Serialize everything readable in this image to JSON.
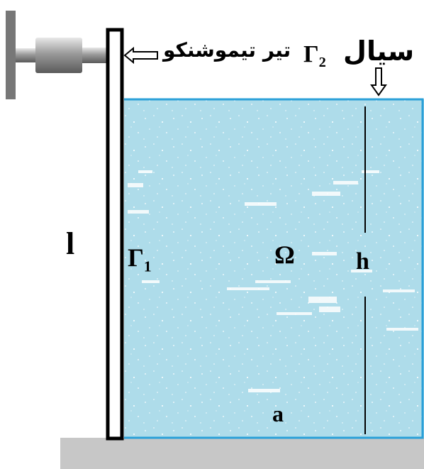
{
  "labels": {
    "beam_length": "l",
    "boundary_1_symbol": "Γ",
    "boundary_1_sub": "1",
    "boundary_2_symbol": "Γ",
    "boundary_2_sub": "2",
    "domain": "Ω",
    "height": "h",
    "width": "a",
    "fluid": "سیال",
    "beam": "تیر تیموشنکو"
  },
  "colors": {
    "fluid": "#aedcea",
    "fluid_edge": "#2aa0d8",
    "ground": "#c7c7c7",
    "support": "#777777",
    "beam_outline": "#000000"
  }
}
